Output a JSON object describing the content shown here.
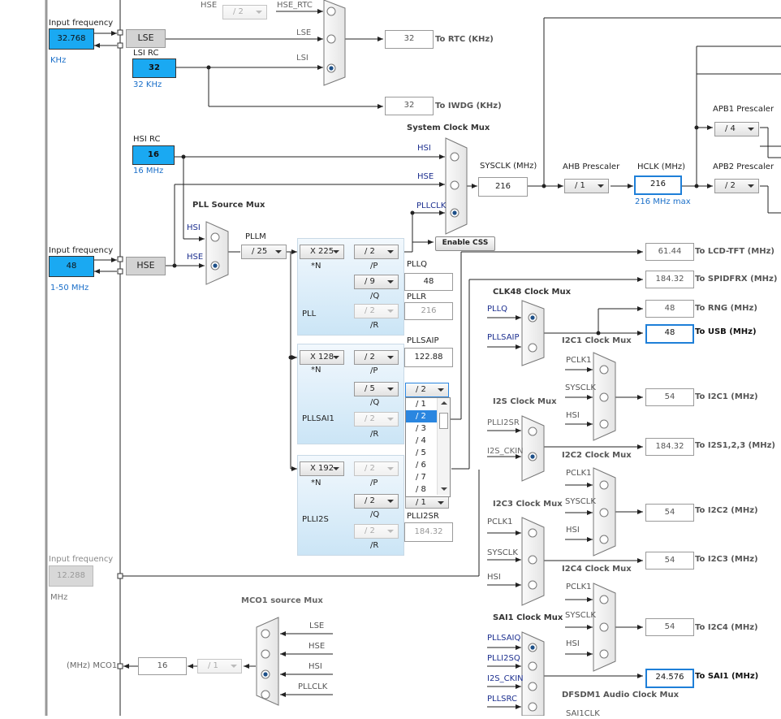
{
  "left": {
    "lse_input": {
      "label": "Input frequency",
      "value": "32.768",
      "unit": "KHz"
    },
    "lse": "LSE",
    "lsi": {
      "label": "LSI RC",
      "value": "32",
      "unit": "32 KHz"
    },
    "hsi": {
      "label": "HSI RC",
      "value": "16",
      "unit": "16 MHz"
    },
    "hse_input": {
      "label": "Input frequency",
      "value": "48",
      "unit": "1-50 MHz"
    },
    "hse": "HSE",
    "i2s_input": {
      "label": "Input frequency",
      "value": "12.288",
      "unit": "MHz"
    },
    "mco1": {
      "label": "(MHz) MCO1",
      "value": "16",
      "prescaler": "/ 1"
    }
  },
  "rtc": {
    "hse_label": "HSE",
    "div": "/ 2",
    "hse_rtc": "HSE_RTC",
    "lse": "LSE",
    "lsi": "LSI",
    "value": "32",
    "label": "To RTC (KHz)"
  },
  "iwdg": {
    "value": "32",
    "label": "To IWDG (KHz)"
  },
  "sysmux": {
    "title": "System Clock Mux",
    "hsi": "HSI",
    "hse": "HSE",
    "pllclk": "PLLCLK",
    "enable_css": "Enable CSS"
  },
  "sysclk": {
    "label": "SYSCLK (MHz)",
    "value": "216"
  },
  "ahb": {
    "label": "AHB Prescaler",
    "value": "/ 1"
  },
  "hclk": {
    "label": "HCLK (MHz)",
    "value": "216",
    "max": "216 MHz max"
  },
  "apb1": {
    "label": "APB1 Prescaler",
    "value": "/ 4"
  },
  "apb2": {
    "label": "APB2 Prescaler",
    "value": "/ 2"
  },
  "pllsrc": {
    "title": "PLL Source Mux",
    "hsi": "HSI",
    "hse": "HSE"
  },
  "pllm": {
    "label": "PLLM",
    "value": "/ 25"
  },
  "pll": {
    "n": "X 225",
    "n_label": "*N",
    "p": "/ 2",
    "p_label": "/P",
    "q": "/ 9",
    "q_label": "/Q",
    "r": "/ 2",
    "r_label": "/R",
    "name": "PLL",
    "pllq_label": "PLLQ",
    "pllq": "48",
    "pllr_label": "PLLR",
    "pllr": "216"
  },
  "pllsai1": {
    "n": "X 128",
    "n_label": "*N",
    "p": "/ 2",
    "p_label": "/P",
    "q": "/ 5",
    "q_label": "/Q",
    "r": "/ 2",
    "r_label": "/R",
    "name": "PLLSAI1",
    "pllsaip_label": "PLLSAIP",
    "pllsaip": "122.88",
    "divq": "/ 2"
  },
  "plli2s": {
    "n": "X 192",
    "n_label": "*N",
    "p": "/ 2",
    "p_label": "/P",
    "q": "/ 2",
    "q_label": "/Q",
    "r": "/ 2",
    "r_label": "/R",
    "name": "PLLI2S",
    "plli2sr_label": "PLLI2SR",
    "plli2sr": "184.32",
    "divq": "/ 1"
  },
  "dropdown": {
    "items": [
      "/ 1",
      "/ 2",
      "/ 3",
      "/ 4",
      "/ 5",
      "/ 6",
      "/ 7",
      "/ 8"
    ],
    "selected_index": 1
  },
  "outputs": {
    "lcd": {
      "value": "61.44",
      "label": "To LCD-TFT (MHz)"
    },
    "spdif": {
      "value": "184.32",
      "label": "To SPIDFRX (MHz)"
    },
    "rng": {
      "value": "48",
      "label": "To RNG (MHz)"
    },
    "usb": {
      "value": "48",
      "label": "To USB (MHz)"
    },
    "i2c1": {
      "value": "54",
      "label": "To I2C1 (MHz)"
    },
    "i2s": {
      "value": "184.32",
      "label": "To I2S1,2,3 (MHz)"
    },
    "i2c2": {
      "value": "54",
      "label": "To I2C2 (MHz)"
    },
    "i2c3": {
      "value": "54",
      "label": "To I2C3 (MHz)"
    },
    "i2c4": {
      "value": "54",
      "label": "To I2C4 (MHz)"
    },
    "sai1": {
      "value": "24.576",
      "label": "To SAI1 (MHz)"
    }
  },
  "clk48mux": {
    "title": "CLK48 Clock Mux",
    "a": "PLLQ",
    "b": "PLLSAIP"
  },
  "i2smux": {
    "title": "I2S Clock Mux",
    "a": "PLLI2SR",
    "b": "I2S_CKIN"
  },
  "i2c1mux": {
    "title": "I2C1 Clock Mux",
    "a": "PCLK1",
    "b": "SYSCLK",
    "c": "HSI"
  },
  "i2c2mux": {
    "title": "I2C2 Clock Mux",
    "a": "PCLK1",
    "b": "SYSCLK",
    "c": "HSI"
  },
  "i2c3mux": {
    "title": "I2C3 Clock Mux",
    "a": "PCLK1",
    "b": "SYSCLK",
    "c": "HSI"
  },
  "i2c4mux": {
    "title": "I2C4 Clock Mux",
    "a": "PCLK1",
    "b": "SYSCLK",
    "c": "HSI"
  },
  "sai1mux": {
    "title": "SAI1 Clock Mux",
    "a": "PLLSAIQ",
    "b": "PLLI2SQ",
    "c": "I2S_CKIN",
    "d": "PLLSRC"
  },
  "dfsdm": {
    "title": "DFSDM1 Audio Clock Mux",
    "partial": "SAI1CLK"
  },
  "mco1mux": {
    "title": "MCO1 source Mux",
    "lse": "LSE",
    "hse": "HSE",
    "hsi": "HSI",
    "pllclk": "PLLCLK"
  }
}
